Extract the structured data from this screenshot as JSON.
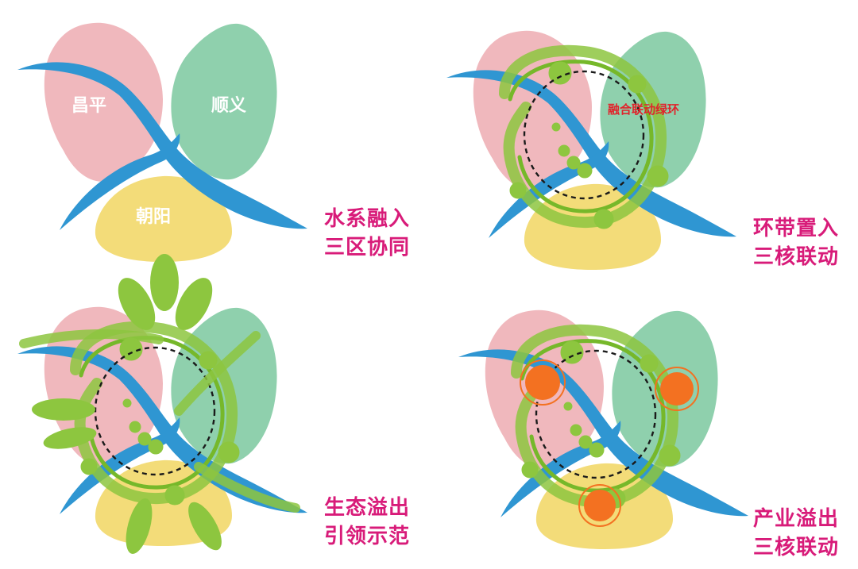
{
  "colors": {
    "changping": "#f0b8bd",
    "shunyi": "#8fd0ad",
    "chaoyang": "#f3dc79",
    "river": "#2f96d2",
    "green": "#8dc63f",
    "core": "#f37121",
    "caption": "#d81b79",
    "ring_label": "#e0232b"
  },
  "panels": [
    {
      "district_labels": {
        "changping": "昌平",
        "shunyi": "顺义",
        "chaoyang": "朝阳"
      },
      "caption": {
        "line1": "水系融入",
        "line2": "三区协同"
      }
    },
    {
      "ring_label": "融合联动绿环",
      "caption": {
        "line1": "环带置入",
        "line2": "三核联动"
      }
    },
    {
      "caption": {
        "line1": "生态溢出",
        "line2": "引领示范"
      }
    },
    {
      "caption": {
        "line1": "产业溢出",
        "line2": "三核联动"
      }
    }
  ]
}
